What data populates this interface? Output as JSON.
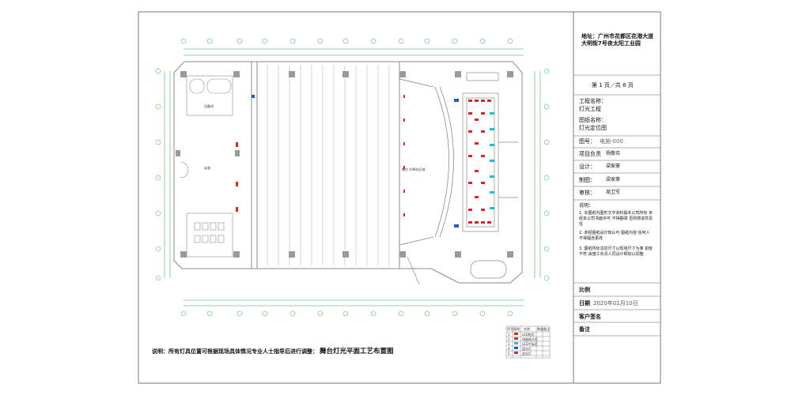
{
  "title_block": {
    "address": "地址：广州市花都区花港大道大明街7号夜太阳工业园",
    "page_info": "第 1 页／共 6 页",
    "project_name_label": "工程名称：",
    "project_name": "灯光工程",
    "drawing_name_label": "图纸名称：",
    "drawing_name": "灯光定位图",
    "drawing_no_label": "图号：",
    "drawing_no": "电施-000",
    "project_manager_label": "项目负责",
    "project_manager": "杨敬伟",
    "designer_label": "设计：",
    "designer": "梁家豪",
    "drafter_label": "制图：",
    "drafter": "梁家豪",
    "reviewer_label": "审核：",
    "reviewer": "周卫军",
    "notes_label": "说明：",
    "notes": [
      "1. 本图纸内图形文字资料属本公司所有 未经本公司书面许可 不得翻录 否则将追究责任",
      "2. 未经图纸设计知认可 图纸内容 任何人不得擅自更改",
      "3. 图纸所标注的尺寸以现场尺寸为准 如有不符 由施工负责人同设计師加以调整"
    ],
    "scale_label": "比例",
    "date_label": "日期",
    "date_value": "2020年01月10日",
    "client_sign_label": "客户签名",
    "remarks_label": "备注"
  },
  "drawing": {
    "note": "说明：所有灯具位置可根据现场具体情况专业人士指导后进行调整：",
    "title": "舞台灯光平面工艺布置图",
    "room_labels": {
      "left_upper": "设备间",
      "left_mid": "走道",
      "stage_center": "舞台 升降台区域"
    }
  },
  "legend": {
    "header": [
      "序号",
      "图例",
      "名称",
      "数量",
      "备注"
    ],
    "rows": [
      [
        "1",
        "",
        "LED帕灯",
        "",
        ""
      ],
      [
        "2",
        "",
        "电脑摇头灯",
        "",
        ""
      ],
      [
        "3",
        "",
        "LED平板灯",
        "",
        ""
      ],
      [
        "4",
        "",
        "面光灯",
        "",
        ""
      ],
      [
        "5",
        "",
        "追光灯",
        "",
        ""
      ],
      [
        "6",
        "",
        "控台",
        "",
        ""
      ]
    ]
  },
  "colors": {
    "axis_green": "#2aa63a",
    "wall_gray": "#8a8a8a",
    "fixture_red": "#d9262b",
    "fixture_cyan": "#1bbfd0",
    "fixture_blue": "#2a56c8"
  }
}
